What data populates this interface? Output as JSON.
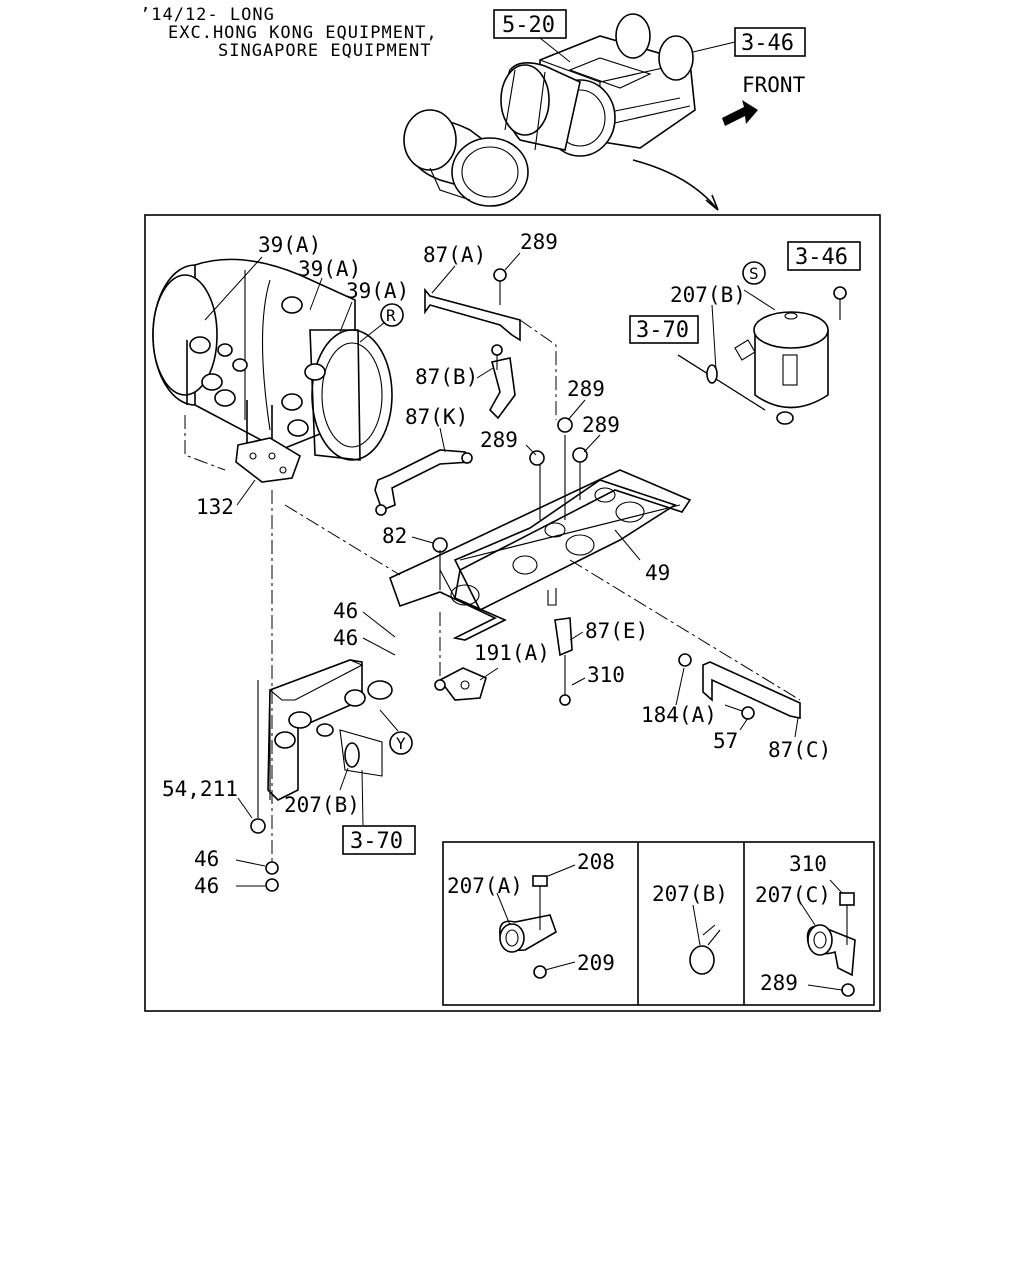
{
  "header": {
    "line1": "’14/12- LONG",
    "line2": "EXC.HONG KONG EQUIPMENT,",
    "line3": "SINGAPORE EQUIPMENT"
  },
  "front_label": "FRONT",
  "refs": {
    "r_5_20": "5-20",
    "r_3_46_top": "3-46",
    "r_3_46_right": "3-46",
    "r_3_70_right": "3-70",
    "r_3_70_bottom": "3-70"
  },
  "symbols": {
    "r": "R",
    "s": "S",
    "y": "Y"
  },
  "labels": {
    "l39a_1": "39(A)",
    "l39a_2": "39(A)",
    "l39a_3": "39(A)",
    "l87a": "87(A)",
    "l289_top": "289",
    "l207b_top": "207(B)",
    "l87b": "87(B)",
    "l289_mid": "289",
    "l87k": "87(K)",
    "l289_left": "289",
    "l289_right": "289",
    "l132": "132",
    "l82": "82",
    "l49": "49",
    "l46_a": "46",
    "l46_b": "46",
    "l87e": "87(E)",
    "l191a": "191(A)",
    "l310": "310",
    "l184a": "184(A)",
    "l57": "57",
    "l87c": "87(C)",
    "l54_211": "54,211",
    "l207b_mid": "207(B)",
    "l46_c": "46",
    "l46_d": "46"
  },
  "insets": {
    "a": {
      "l207a": "207(A)",
      "l208": "208",
      "l209": "209"
    },
    "b": {
      "l207b": "207(B)"
    },
    "c": {
      "l310": "310",
      "l207c": "207(C)",
      "l289": "289"
    }
  }
}
